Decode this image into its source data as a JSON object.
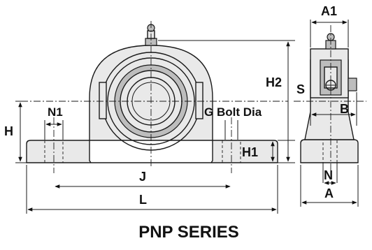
{
  "labels": {
    "a1": "A1",
    "h2": "H2",
    "s": "S",
    "b": "B",
    "h": "H",
    "n1": "N1",
    "g_bolt_dia": "G Bolt Dia",
    "h1": "H1",
    "j": "J",
    "l": "L",
    "n": "N",
    "a": "A"
  },
  "title": "PNP SERIES"
}
